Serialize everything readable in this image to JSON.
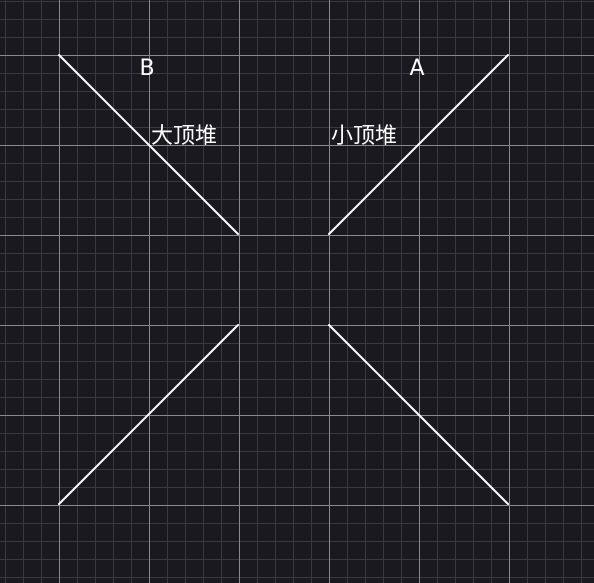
{
  "colors": {
    "background": "#1b1920",
    "grid_minor": "#3a3840",
    "grid_major": "#8a8890",
    "lines": "#ffffff",
    "text": "#ffffff"
  },
  "labels": {
    "b": "B",
    "a": "A",
    "max_heap": "大顶堆",
    "min_heap": "小顶堆"
  }
}
